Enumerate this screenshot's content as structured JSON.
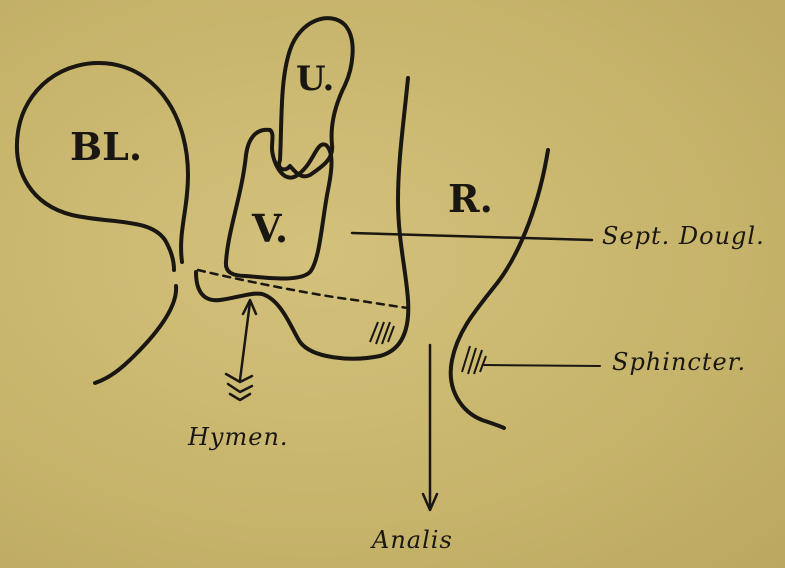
{
  "labels": {
    "bladder": "BL.",
    "uterus": "U.",
    "vagina": "V.",
    "rectum": "R.",
    "septum": "Sept. Dougl.",
    "sphincter": "Sphincter.",
    "hymen": "Hymen.",
    "anus": "Analis"
  },
  "colors": {
    "paper": "#c9b66e",
    "ink": "#1a1712"
  }
}
